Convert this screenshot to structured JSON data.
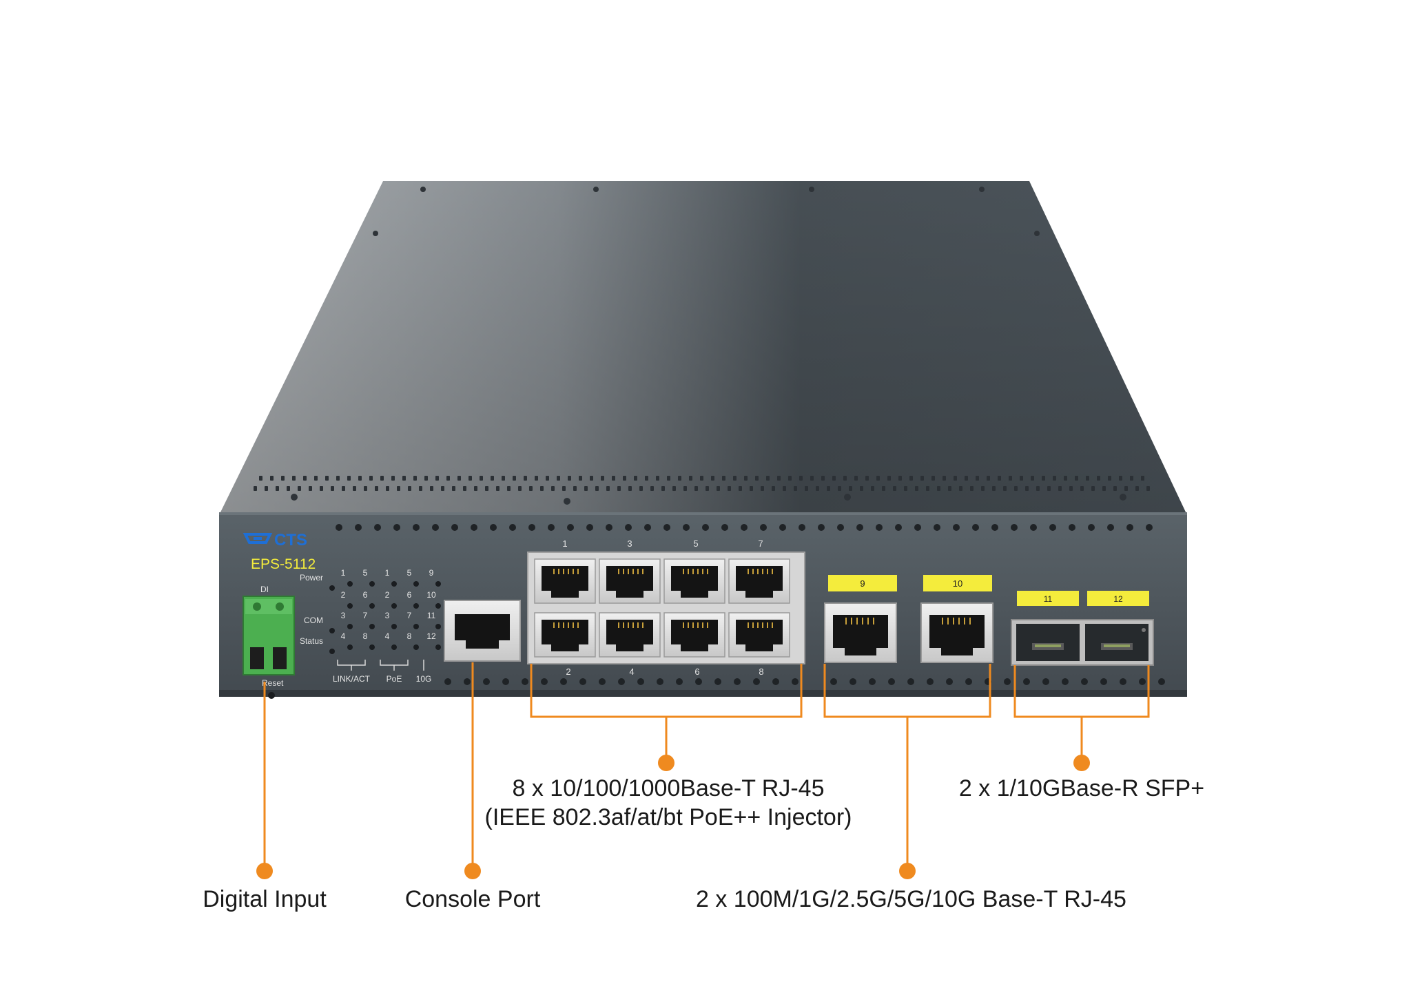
{
  "device": {
    "brand": "CTS",
    "model": "EPS-5112",
    "di_label": "DI",
    "reset_label": "Reset",
    "led_labels": {
      "power": "Power",
      "com": "COM",
      "status": "Status"
    },
    "led_groups": {
      "link_act": "LINK/ACT",
      "poe": "PoE",
      "ten_g": "10G"
    },
    "led_columns": [
      [
        "1",
        "2",
        "3",
        "4"
      ],
      [
        "5",
        "6",
        "7",
        "8"
      ],
      [
        "1",
        "2",
        "3",
        "4"
      ],
      [
        "5",
        "6",
        "7",
        "8"
      ],
      [
        "9",
        "10",
        "11",
        "12"
      ]
    ],
    "rj45_top_numbers": [
      "1",
      "3",
      "5",
      "7"
    ],
    "rj45_bottom_numbers": [
      "2",
      "4",
      "6",
      "8"
    ],
    "port_9": "9",
    "port_10": "10",
    "port_11": "11",
    "port_12": "12",
    "colors": {
      "chassis": "#4a5259",
      "label_yellow": "#f4ec3c",
      "callout_orange": "#ef8a1f",
      "terminal_green": "#4caf50",
      "brand_blue": "#1e6fd6"
    }
  },
  "callouts": {
    "digital_input": "Digital Input",
    "console_port": "Console Port",
    "rj45_ports_line1": "8 x 10/100/1000Base-T RJ-45",
    "rj45_ports_line2": "(IEEE 802.3af/at/bt PoE++ Injector)",
    "multigig_ports": "2 x 100M/1G/2.5G/5G/10G Base-T RJ-45",
    "sfp_ports": "2 x 1/10GBase-R SFP+"
  }
}
